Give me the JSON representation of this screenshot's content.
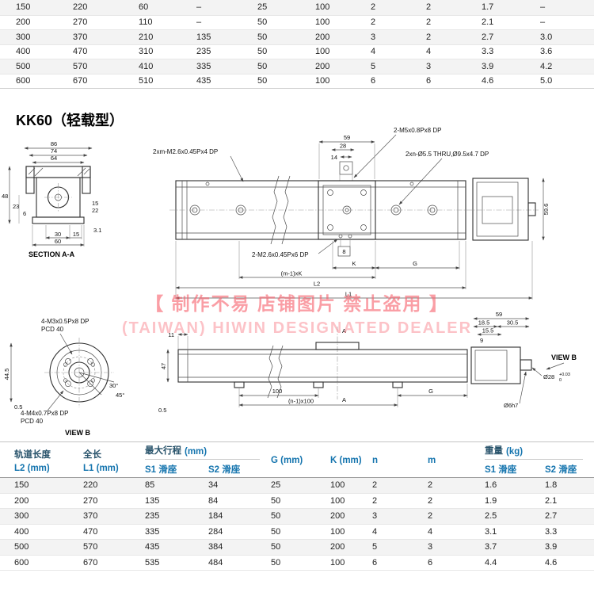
{
  "section_title": "KK60（轻载型）",
  "colors": {
    "header_blue": "#1474ae",
    "header_navy": "#28536b",
    "watermark_red": "#f65e69"
  },
  "watermark": {
    "line1": "【 制作不易 店铺图片 禁止盗用 】",
    "line2": "(TAIWAN) HIWIN DESIGNATED DEALER"
  },
  "top_table": {
    "rows": [
      [
        "150",
        "220",
        "60",
        "–",
        "25",
        "100",
        "2",
        "2",
        "1.7",
        "–"
      ],
      [
        "200",
        "270",
        "110",
        "–",
        "50",
        "100",
        "2",
        "2",
        "2.1",
        "–"
      ],
      [
        "300",
        "370",
        "210",
        "135",
        "50",
        "200",
        "3",
        "2",
        "2.7",
        "3.0"
      ],
      [
        "400",
        "470",
        "310",
        "235",
        "50",
        "100",
        "4",
        "4",
        "3.3",
        "3.6"
      ],
      [
        "500",
        "570",
        "410",
        "335",
        "50",
        "200",
        "5",
        "3",
        "3.9",
        "4.2"
      ],
      [
        "600",
        "670",
        "510",
        "435",
        "50",
        "100",
        "6",
        "6",
        "4.6",
        "5.0"
      ]
    ]
  },
  "drawing_top": {
    "callout_carriage_top": "2-M5x0.8Px8 DP",
    "callout_rail_top": "2xm-M2.6x0.45Px4 DP",
    "callout_thru": "2xn-Ø5.5 THRU,Ø9.5x4.7 DP",
    "callout_rail_bottom": "2-M2.6x0.45Px6 DP",
    "dims": {
      "d59": "59",
      "d28": "28",
      "d14": "14",
      "d8": "8",
      "k": "K",
      "g": "G",
      "mk": "(m-1)xK",
      "l2": "L2",
      "l1": "L1",
      "d596": "59.6"
    },
    "section": {
      "d86": "86",
      "d74": "74",
      "d64": "64",
      "d48": "48",
      "d23": "23",
      "d6": "6",
      "d15r": "15",
      "d22": "22",
      "d31": "3.1",
      "d30": "30",
      "d15b": "15",
      "d60": "60",
      "label": "SECTION A-A"
    }
  },
  "drawing_mid": {
    "callout_m3": "4-M3x0.5Px8 DP",
    "pcd_top": "PCD 40",
    "callout_m4": "4-M4x0.7Px8 DP",
    "pcd_bottom": "PCD 40",
    "view_label": "VIEW B",
    "view_callout": "VIEW B",
    "dims": {
      "d445": "44.5",
      "d05l": "0.5",
      "a30": "30°",
      "a45": "45°",
      "d11": "11",
      "d47": "47",
      "a_top": "A",
      "a_bot": "A",
      "d100": "100",
      "n100": "(n-1)x100",
      "g": "G",
      "d05b": "0.5",
      "d59": "59",
      "d185": "18.5",
      "d305": "30.5",
      "d155": "15.5",
      "d9": "9",
      "dia6": "Ø6h7",
      "dia28": "Ø28",
      "tol_hi": "+0.03",
      "tol_lo": "0"
    }
  },
  "bottom_table": {
    "headers": {
      "rail_cn": "轨道长度",
      "rail_en": "L2 (mm)",
      "total_cn": "全长",
      "total_en": "L1 (mm)",
      "stroke_cn": "最大行程",
      "stroke_unit": "(mm)",
      "s1": "S1 滑座",
      "s2": "S2 滑座",
      "g": "G (mm)",
      "k": "K (mm)",
      "n": "n",
      "m": "m",
      "weight_cn": "重量",
      "weight_unit": "(kg)",
      "w_s1": "S1 滑座",
      "w_s2": "S2 滑座"
    },
    "rows": [
      [
        "150",
        "220",
        "85",
        "34",
        "25",
        "100",
        "2",
        "2",
        "1.6",
        "1.8"
      ],
      [
        "200",
        "270",
        "135",
        "84",
        "50",
        "100",
        "2",
        "2",
        "1.9",
        "2.1"
      ],
      [
        "300",
        "370",
        "235",
        "184",
        "50",
        "200",
        "3",
        "2",
        "2.5",
        "2.7"
      ],
      [
        "400",
        "470",
        "335",
        "284",
        "50",
        "100",
        "4",
        "4",
        "3.1",
        "3.3"
      ],
      [
        "500",
        "570",
        "435",
        "384",
        "50",
        "200",
        "5",
        "3",
        "3.7",
        "3.9"
      ],
      [
        "600",
        "670",
        "535",
        "484",
        "50",
        "100",
        "6",
        "6",
        "4.4",
        "4.6"
      ]
    ]
  }
}
